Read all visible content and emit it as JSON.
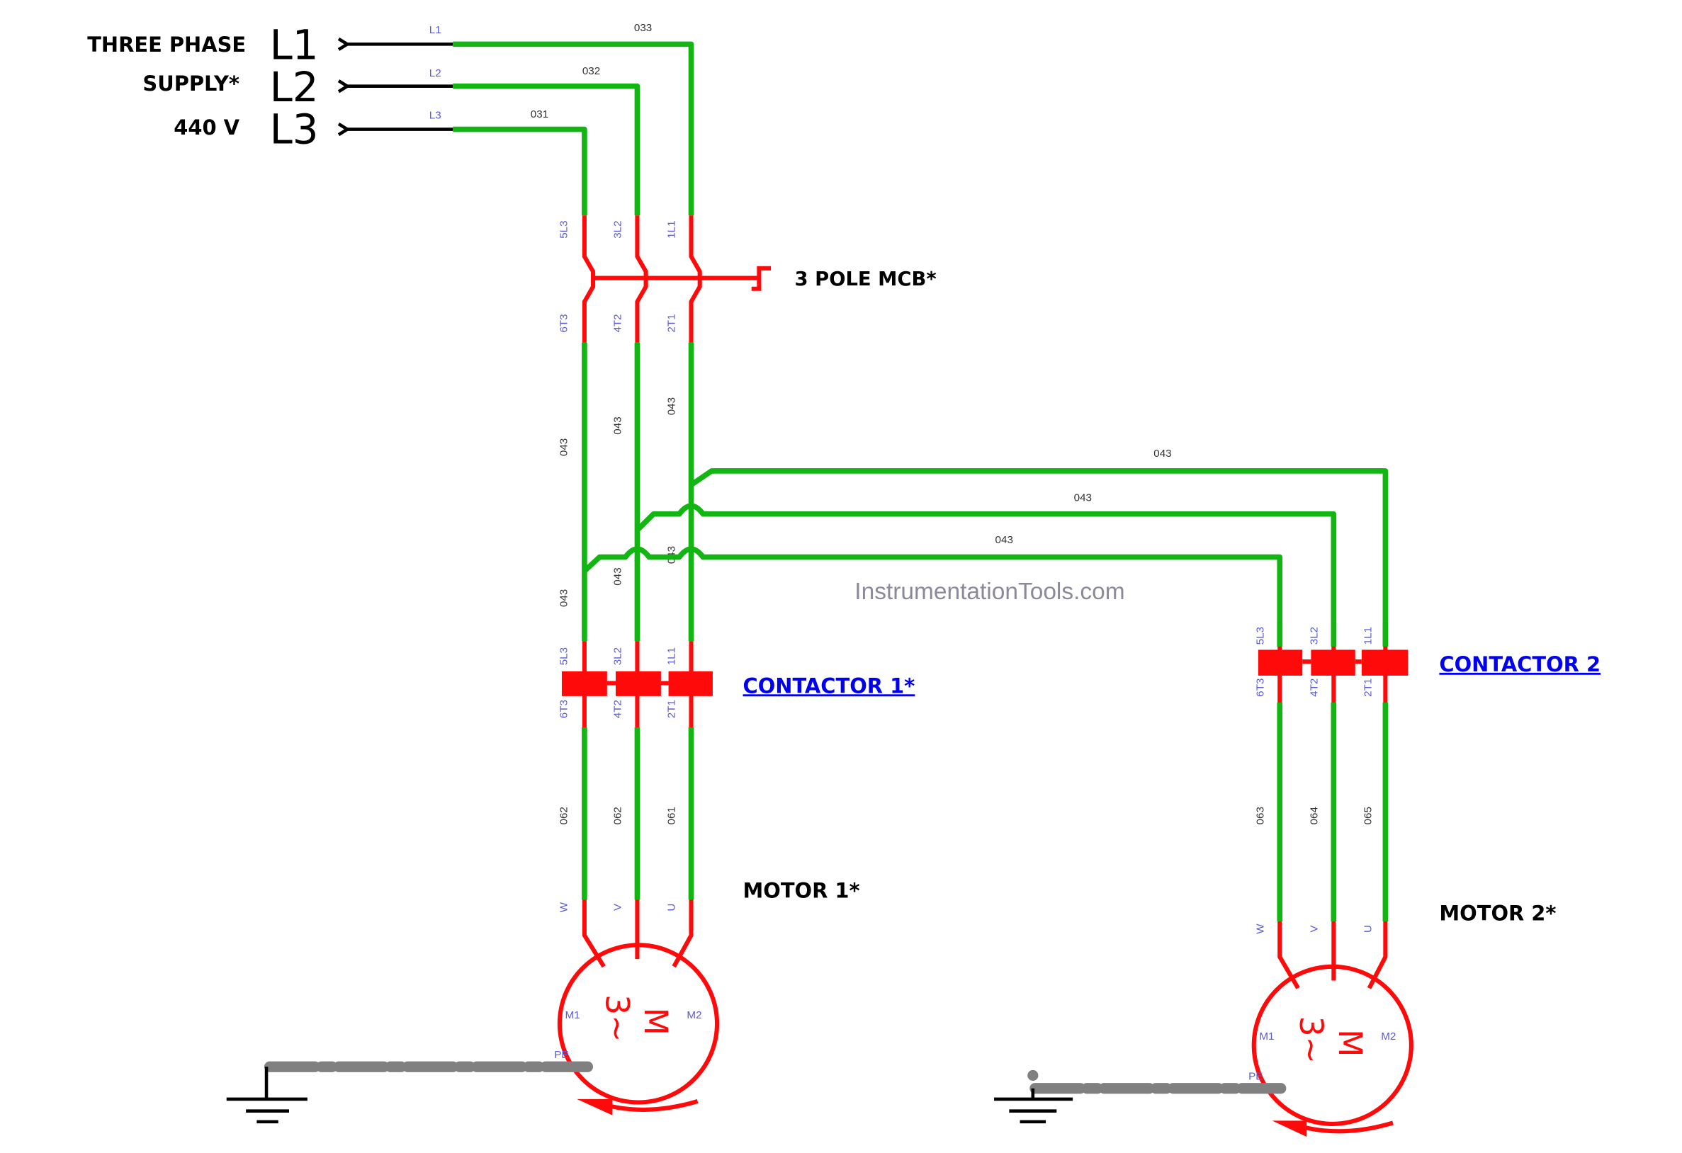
{
  "supply": {
    "line1": "THREE PHASE",
    "line2": "SUPPLY*",
    "line3": "440 V",
    "phases": [
      "L1",
      "L2",
      "L3"
    ],
    "terminal_labels": [
      "L1",
      "L2",
      "L3"
    ],
    "wire_labels": [
      "033",
      "032",
      "031"
    ]
  },
  "mcb": {
    "label": "3 POLE MCB*",
    "top_terminals": [
      "5L3",
      "3L2",
      "1L1"
    ],
    "bottom_terminals": [
      "6T3",
      "4T2",
      "2T1"
    ]
  },
  "wires": {
    "upper": [
      "043",
      "043",
      "043"
    ],
    "lower": [
      "043",
      "043",
      "043"
    ],
    "branches": [
      "043",
      "043",
      "043"
    ]
  },
  "contactor1": {
    "label": "CONTACTOR 1*",
    "top_terminals": [
      "5L3",
      "3L2",
      "1L1"
    ],
    "bottom_terminals": [
      "6T3",
      "4T2",
      "2T1"
    ],
    "out_wires": [
      "062",
      "062",
      "061"
    ]
  },
  "contactor2": {
    "label": "CONTACTOR 2",
    "top_terminals": [
      "5L3",
      "3L2",
      "1L1"
    ],
    "bottom_terminals": [
      "6T3",
      "4T2",
      "2T1"
    ],
    "out_wires": [
      "063",
      "064",
      "065"
    ]
  },
  "motor1": {
    "label": "MOTOR 1*",
    "terminals": [
      "W",
      "V",
      "U"
    ],
    "m1": "M1",
    "m2": "M2",
    "pe": "PE",
    "symbol_m": "M",
    "symbol_3": "3~"
  },
  "motor2": {
    "label": "MOTOR 2*",
    "terminals": [
      "W",
      "V",
      "U"
    ],
    "m1": "M1",
    "m2": "M2",
    "pe": "PE",
    "symbol_m": "M",
    "symbol_3": "3~"
  },
  "watermark": "InstrumentationTools.com",
  "colors": {
    "energized_wire": "#12b512",
    "component": "#ff0a0a",
    "label_link": "#0000ee",
    "ground_wire": "#808080"
  }
}
